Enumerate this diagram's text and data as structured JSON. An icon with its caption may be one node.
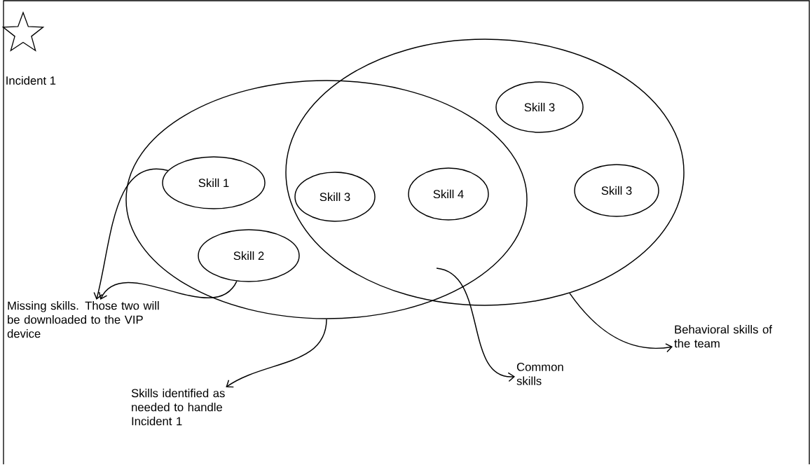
{
  "diagram": {
    "nodes": [
      {
        "text": [],
        "shape": "ellipse"
      },
      {
        "text": [],
        "shape": "ellipse"
      },
      {
        "text": [
          "Skill 3"
        ],
        "in": 1
      },
      {
        "text": [
          "Skill 1"
        ],
        "in": 0
      },
      {
        "text": [
          "Skill 3"
        ]
      },
      {
        "text": [
          "Skill 4"
        ]
      },
      {
        "text": [
          "Skill 3"
        ],
        "in": 1
      },
      {
        "text": [
          "Skill 2"
        ],
        "in": 0
      },
      {
        "text": [
          "Missing skills. Those two will be downloaded to the VIP device"
        ]
      },
      {
        "text": [
          "Common skills"
        ]
      },
      {
        "text": [
          "Behavioral skills of the team"
        ]
      },
      {
        "text": [
          "Skills identified as needed to handle Incident 1"
        ]
      }
    ],
    "edges": [
      {
        "from": 3,
        "to": 8,
        "arrow": "to"
      },
      {
        "from": 7,
        "to": 8,
        "arrow": "to"
      },
      {
        "from": 0,
        "to": 11,
        "arrow": "to"
      },
      {
        "from": 0,
        "to": 9,
        "arrow": "to"
      },
      {
        "from": 1,
        "to": 10,
        "arrow": "to"
      }
    ],
    "labels": [
      "Incident 1"
    ]
  }
}
